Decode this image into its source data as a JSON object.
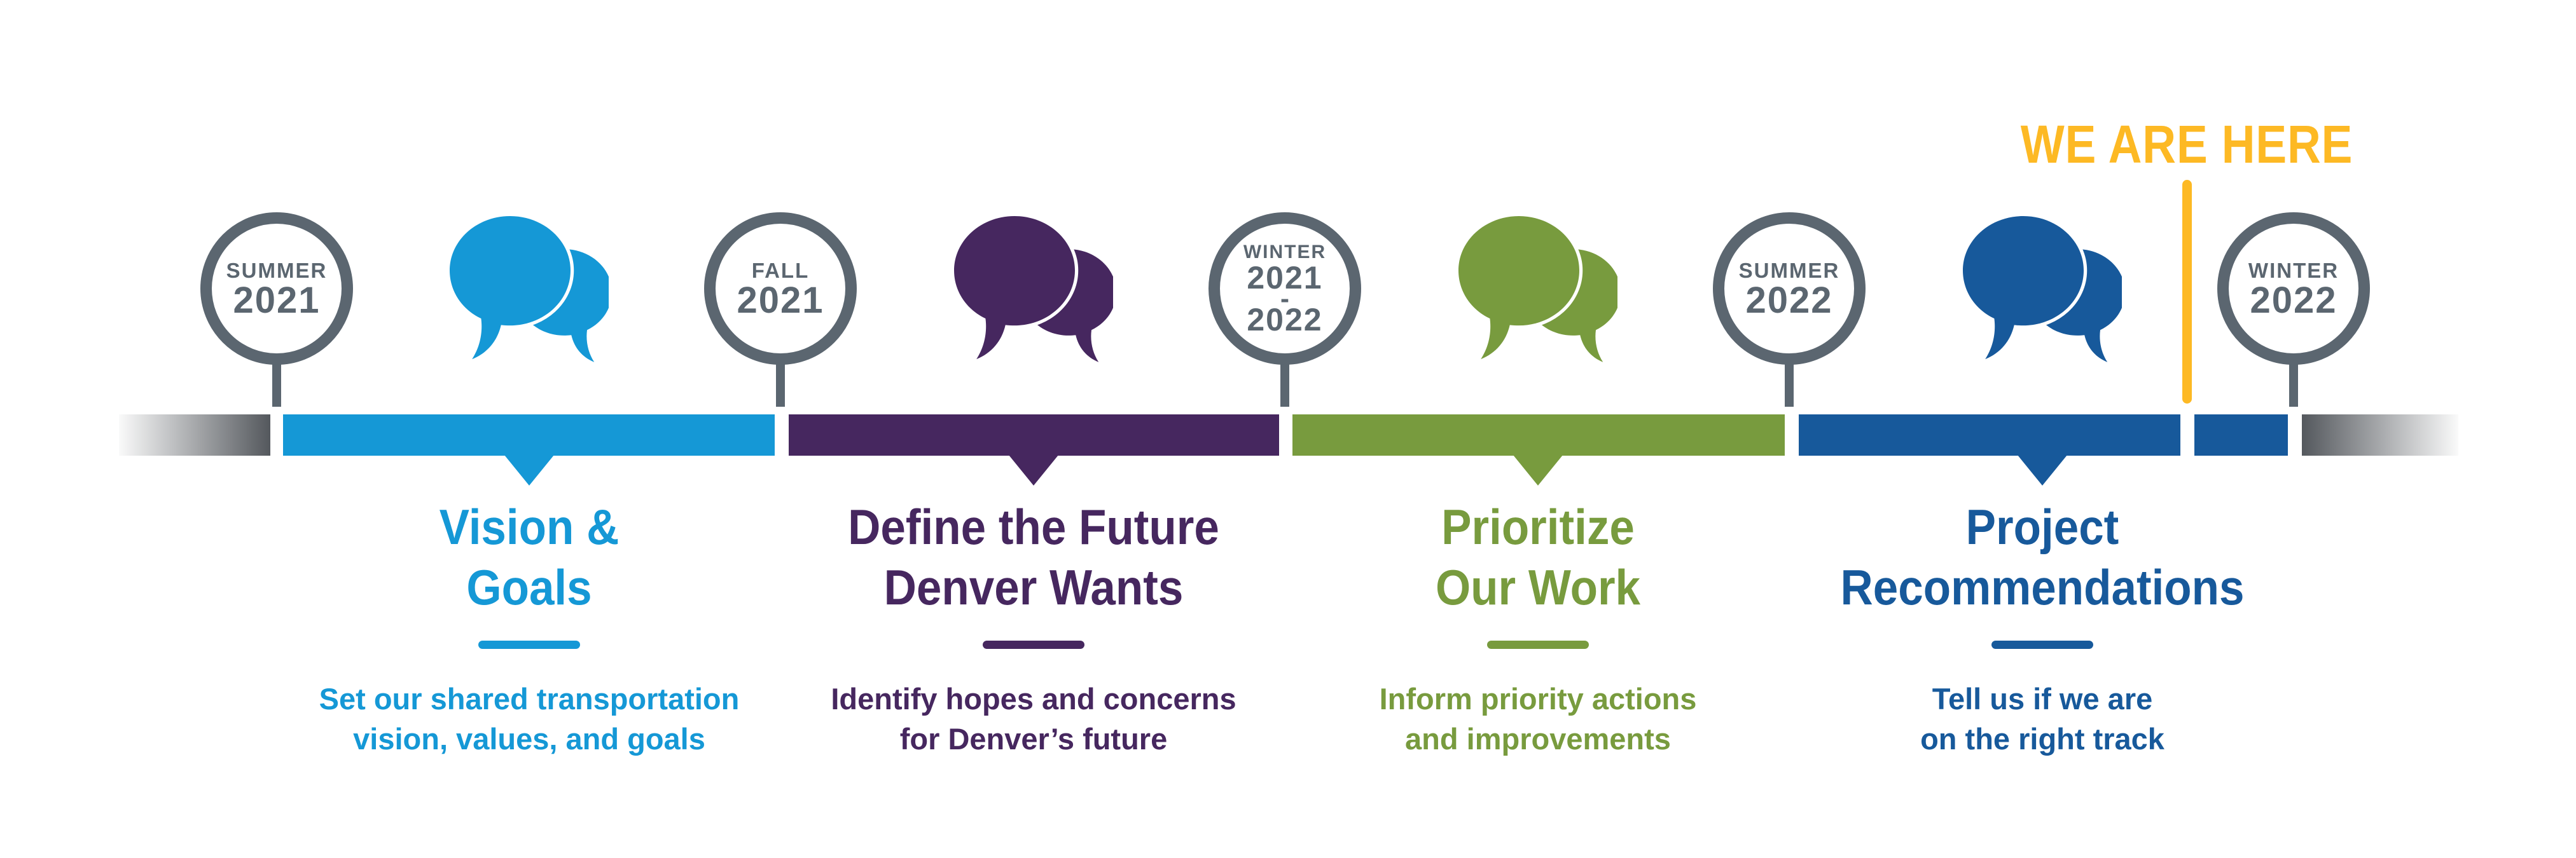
{
  "marker": {
    "label": "WE ARE HERE",
    "color": "#FDB924"
  },
  "timeline": {
    "outline_color": "#5B6670",
    "gradient_color": "#54585D",
    "bar_gap_color": "#FFFFFF"
  },
  "milestones": [
    {
      "season": "SUMMER",
      "year": "2021"
    },
    {
      "season": "FALL",
      "year": "2021"
    },
    {
      "season": "WINTER",
      "year": "2021",
      "separator": "-",
      "year2": "2022"
    },
    {
      "season": "SUMMER",
      "year": "2022"
    },
    {
      "season": "WINTER",
      "year": "2022"
    }
  ],
  "phases": [
    {
      "name": "vision-goals",
      "color": "#1598D6",
      "icon": "chat-bubbles-icon",
      "title_line1": "Vision &",
      "title_line2": "Goals",
      "desc_line1": "Set our shared transportation",
      "desc_line2": "vision, values, and goals"
    },
    {
      "name": "define-the-future",
      "color": "#46275F",
      "icon": "chat-bubbles-icon",
      "title_line1": "Define the Future",
      "title_line2": "Denver Wants",
      "desc_line1": "Identify hopes and concerns",
      "desc_line2": "for Denver’s future"
    },
    {
      "name": "prioritize-our-work",
      "color": "#789B3E",
      "icon": "chat-bubbles-icon",
      "title_line1": "Prioritize",
      "title_line2": "Our Work",
      "desc_line1": "Inform priority actions",
      "desc_line2": "and improvements"
    },
    {
      "name": "project-recommendations",
      "color": "#17599B",
      "icon": "chat-bubbles-icon",
      "title_line1": "Project",
      "title_line2": "Recommendations",
      "desc_line1": "Tell us if we are",
      "desc_line2": "on the right track"
    }
  ]
}
